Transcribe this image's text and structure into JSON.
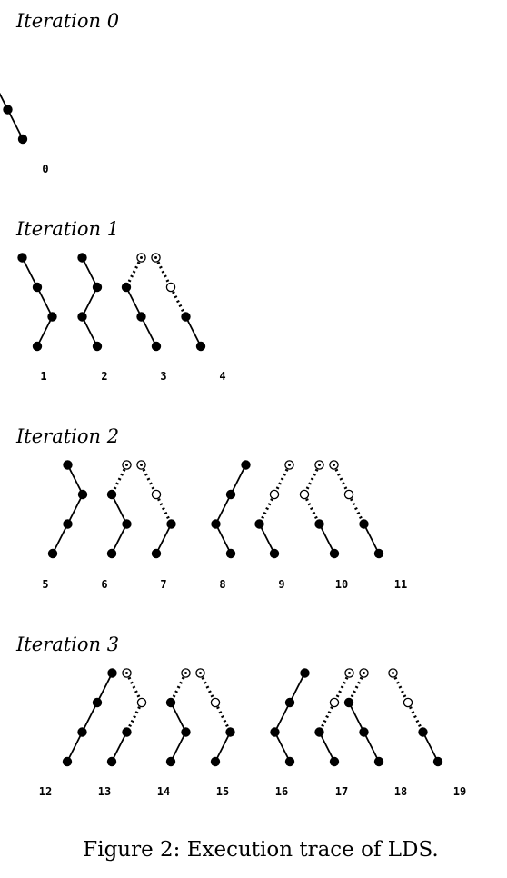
{
  "iterations": [
    {
      "title": "Iteration 0",
      "paths": [
        {
          "label": "0",
          "moves": [
            "R",
            "R",
            "R"
          ],
          "visited": 3
        }
      ]
    },
    {
      "title": "Iteration 1",
      "paths": [
        {
          "label": "1",
          "moves": [
            "R",
            "R",
            "L"
          ],
          "visited": 3
        },
        {
          "label": "2",
          "moves": [
            "R",
            "L",
            "R"
          ],
          "visited": 3
        },
        {
          "label": "3",
          "moves": [
            "L",
            "R",
            "R"
          ],
          "visited": 2
        },
        {
          "label": "4",
          "moves": [
            "R",
            "R",
            "R"
          ],
          "visited": 1
        }
      ]
    },
    {
      "title": "Iteration 2",
      "paths": [
        {
          "label": "5",
          "moves": [
            "R",
            "L",
            "L"
          ],
          "visited": 3
        },
        {
          "label": "6",
          "moves": [
            "L",
            "R",
            "L"
          ],
          "visited": 2
        },
        {
          "label": "7",
          "moves": [
            "R",
            "R",
            "L"
          ],
          "visited": 1
        },
        {
          "label": "8",
          "moves": [
            "L",
            "L",
            "R"
          ],
          "visited": 3
        },
        {
          "label": "9",
          "moves": [
            "L",
            "L",
            "R"
          ],
          "visited": 1
        },
        {
          "label": "10",
          "moves": [
            "L",
            "R",
            "R"
          ],
          "visited": 1
        },
        {
          "label": "11",
          "moves": [
            "R",
            "R",
            "R"
          ],
          "visited": 1
        }
      ]
    },
    {
      "title": "Iteration 3",
      "paths": [
        {
          "label": "12",
          "moves": [
            "L",
            "L",
            "L"
          ],
          "visited": 3
        },
        {
          "label": "13",
          "moves": [
            "R",
            "L",
            "L"
          ],
          "visited": 1
        },
        {
          "label": "14",
          "moves": [
            "L",
            "R",
            "L"
          ],
          "visited": 2
        },
        {
          "label": "15",
          "moves": [
            "R",
            "R",
            "L"
          ],
          "visited": 1
        },
        {
          "label": "16",
          "moves": [
            "L",
            "L",
            "R"
          ],
          "visited": 3
        },
        {
          "label": "17",
          "moves": [
            "L",
            "L",
            "R"
          ],
          "visited": 1
        },
        {
          "label": "18",
          "moves": [
            "L",
            "R",
            "R"
          ],
          "visited": 2
        },
        {
          "label": "19",
          "moves": [
            "R",
            "R",
            "R"
          ],
          "visited": 1
        }
      ]
    }
  ],
  "caption": "Figure 2: Execution trace of LDS."
}
